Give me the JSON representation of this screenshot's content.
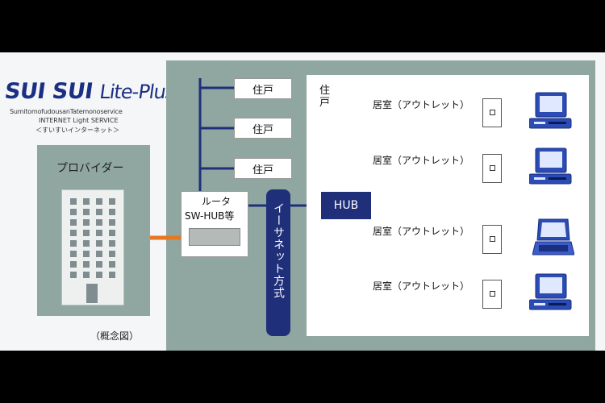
{
  "logo": {
    "main_part1": "SUI SUI",
    "main_part2": "Lite-Plus",
    "sub1": "SumitomofudousanTatemonoservice",
    "sub2": "INTERNET Light SERVICE",
    "sub3": "＜すいすいインターネット＞"
  },
  "provider": {
    "label": "プロバイダー"
  },
  "concept_label": "（概念図）",
  "units": [
    "住戸",
    "住戸",
    "住戸"
  ],
  "router": {
    "label1": "ルータ",
    "label2": "SW-HUB等"
  },
  "ethernet_label": "イーサネット方式",
  "dwelling_label": "住戸",
  "hub_label": "HUB",
  "rooms": [
    {
      "label": "居室（アウトレット）",
      "device": "desktop-pc"
    },
    {
      "label": "居室（アウトレット）",
      "device": "desktop-pc"
    },
    {
      "label": "居室（アウトレット）",
      "device": "laptop"
    },
    {
      "label": "居室（アウトレット）",
      "device": "desktop-pc"
    }
  ],
  "colors": {
    "navy": "#1f2f7a",
    "teal_box": "#8fa7a0",
    "orange_link": "#e87722",
    "device_blue": "#2b4bb5"
  }
}
